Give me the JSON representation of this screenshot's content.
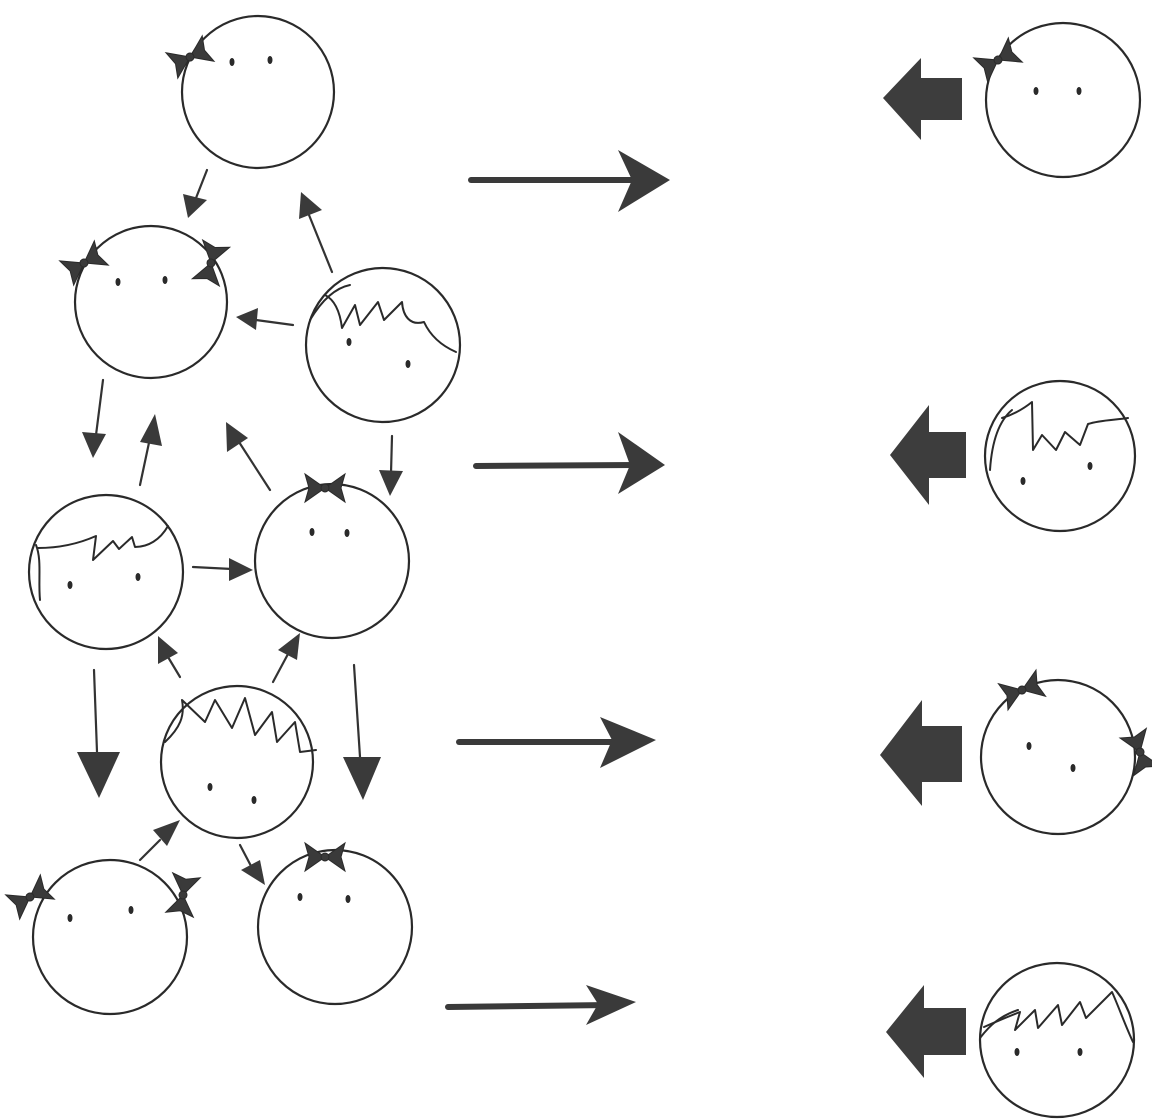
{
  "diagram": {
    "colors": {
      "ink": "#2a2a2a",
      "arrow_fill": "#3d3d3d",
      "background": "#ffffff"
    },
    "network_faces": [
      {
        "id": "n-top",
        "type": "bow"
      },
      {
        "id": "n-left-upper",
        "type": "two-bows"
      },
      {
        "id": "n-right-upper",
        "type": "bangs"
      },
      {
        "id": "n-left-middle",
        "type": "bangs"
      },
      {
        "id": "n-right-middle",
        "type": "bow"
      },
      {
        "id": "n-center",
        "type": "spiky-hair"
      },
      {
        "id": "n-bottom-left",
        "type": "two-bows"
      },
      {
        "id": "n-bottom-right",
        "type": "bow"
      }
    ],
    "network_links": [
      {
        "from": "n-top",
        "to": "n-left-upper"
      },
      {
        "from": "n-right-upper",
        "to": "n-top"
      },
      {
        "from": "n-right-upper",
        "to": "n-left-upper"
      },
      {
        "from": "n-left-upper",
        "to": "n-left-middle"
      },
      {
        "from": "n-left-middle",
        "to": "n-left-upper"
      },
      {
        "from": "n-right-middle",
        "to": "n-left-upper"
      },
      {
        "from": "n-right-upper",
        "to": "n-right-middle"
      },
      {
        "from": "n-left-middle",
        "to": "n-right-middle"
      },
      {
        "from": "n-center",
        "to": "n-left-middle"
      },
      {
        "from": "n-center",
        "to": "n-right-middle"
      },
      {
        "from": "n-left-middle",
        "to": "n-bottom-left"
      },
      {
        "from": "n-right-middle",
        "to": "n-bottom-right"
      },
      {
        "from": "n-bottom-left",
        "to": "n-center"
      },
      {
        "from": "n-center",
        "to": "n-bottom-right"
      }
    ],
    "outcome_faces": [
      {
        "id": "o-1",
        "type": "bow"
      },
      {
        "id": "o-2",
        "type": "bangs"
      },
      {
        "id": "o-3",
        "type": "two-bows"
      },
      {
        "id": "o-4",
        "type": "bangs"
      }
    ]
  }
}
